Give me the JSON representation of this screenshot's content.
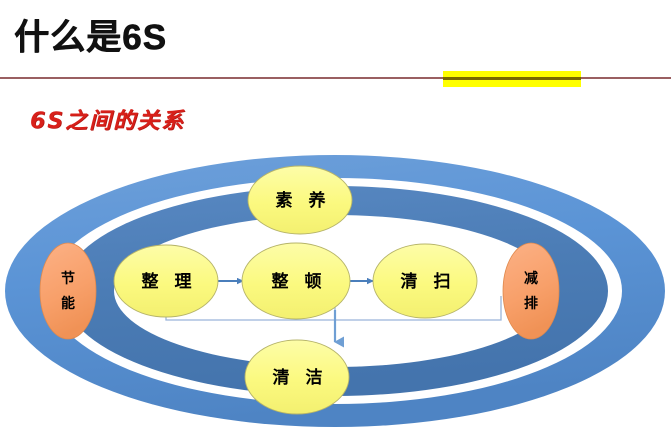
{
  "slide": {
    "title": "什么是6S",
    "subtitle": "6S之间的关系"
  },
  "colors": {
    "title_text": "#111111",
    "title_rule": "#9a5f61",
    "highlight_fill": "#ffff00",
    "highlight_line": "#7a6a00",
    "subtitle_text": "#d8201a",
    "outer_ellipse": "#5b94d6",
    "mid_ellipse": "#4a7fba",
    "inner_ellipse": "#ffffff",
    "node_yellow": "#fbf97f",
    "node_orange": "#f8a06a",
    "arrow_blue": "#4a7ebb",
    "connector_line": "#9ab5d9"
  },
  "diagram": {
    "name": "6S关系图",
    "outer_nodes": [
      {
        "id": "jieneng",
        "label_lines": [
          "节",
          "能"
        ],
        "side": "left"
      },
      {
        "id": "jianpai",
        "label_lines": [
          "减",
          "排"
        ],
        "side": "right"
      }
    ],
    "core_nodes": [
      {
        "id": "suyang",
        "label": "素 养",
        "position": "top"
      },
      {
        "id": "zhengli",
        "label": "整 理",
        "position": "mid-left"
      },
      {
        "id": "zhengdun",
        "label": "整 顿",
        "position": "mid-center"
      },
      {
        "id": "qingsao",
        "label": "清 扫",
        "position": "mid-right"
      },
      {
        "id": "qingjie",
        "label": "清 洁",
        "position": "bottom"
      }
    ],
    "flows": [
      {
        "from": "zhengli",
        "to": "zhengdun",
        "type": "arrow-right"
      },
      {
        "from": "zhengdun",
        "to": "qingsao",
        "type": "arrow-right"
      },
      {
        "from": "zhengli,zhengdun,qingsao",
        "to": "qingjie",
        "type": "bracket-arrow-down"
      }
    ]
  }
}
